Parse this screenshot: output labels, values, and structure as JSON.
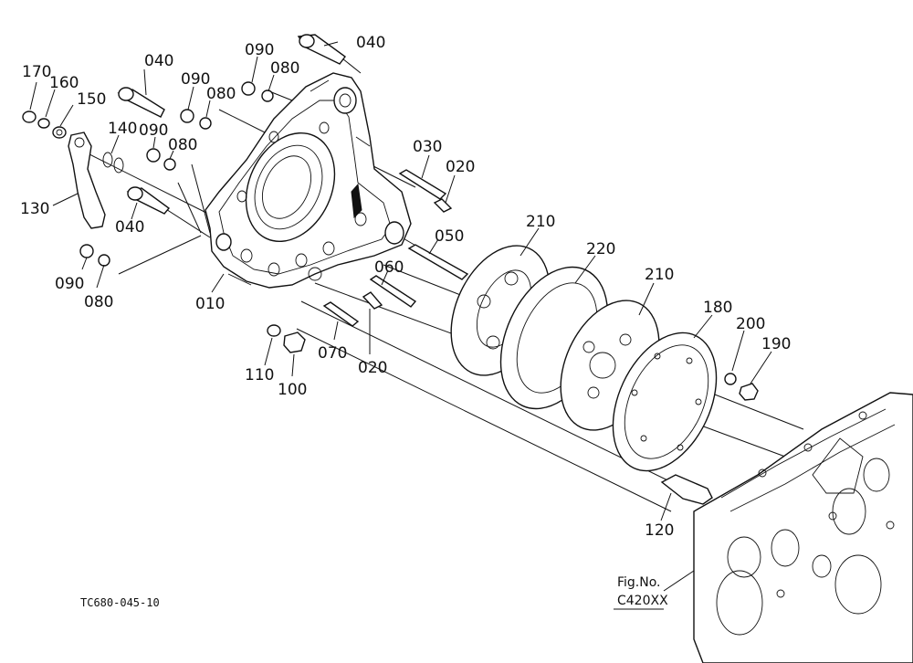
{
  "labels": {
    "l040a": "040",
    "l090a": "090",
    "l080a": "080",
    "l040b": "040",
    "l170": "170",
    "l160": "160",
    "l150": "150",
    "l090b": "090",
    "l080b": "080",
    "l140": "140",
    "l090c": "090",
    "l080c": "080",
    "l030": "030",
    "l020a": "020",
    "l130": "130",
    "l040c": "040",
    "l050": "050",
    "l210a": "210",
    "l220": "220",
    "l210b": "210",
    "l090d": "090",
    "l080d": "080",
    "l010": "010",
    "l060": "060",
    "l180": "180",
    "l200": "200",
    "l190": "190",
    "l070": "070",
    "l020b": "020",
    "l110": "110",
    "l100": "100",
    "l120": "120"
  },
  "footer": {
    "drawing_code": "TC680-045-10",
    "fig_label": "Fig.No.",
    "fig_number": "C420XX"
  }
}
